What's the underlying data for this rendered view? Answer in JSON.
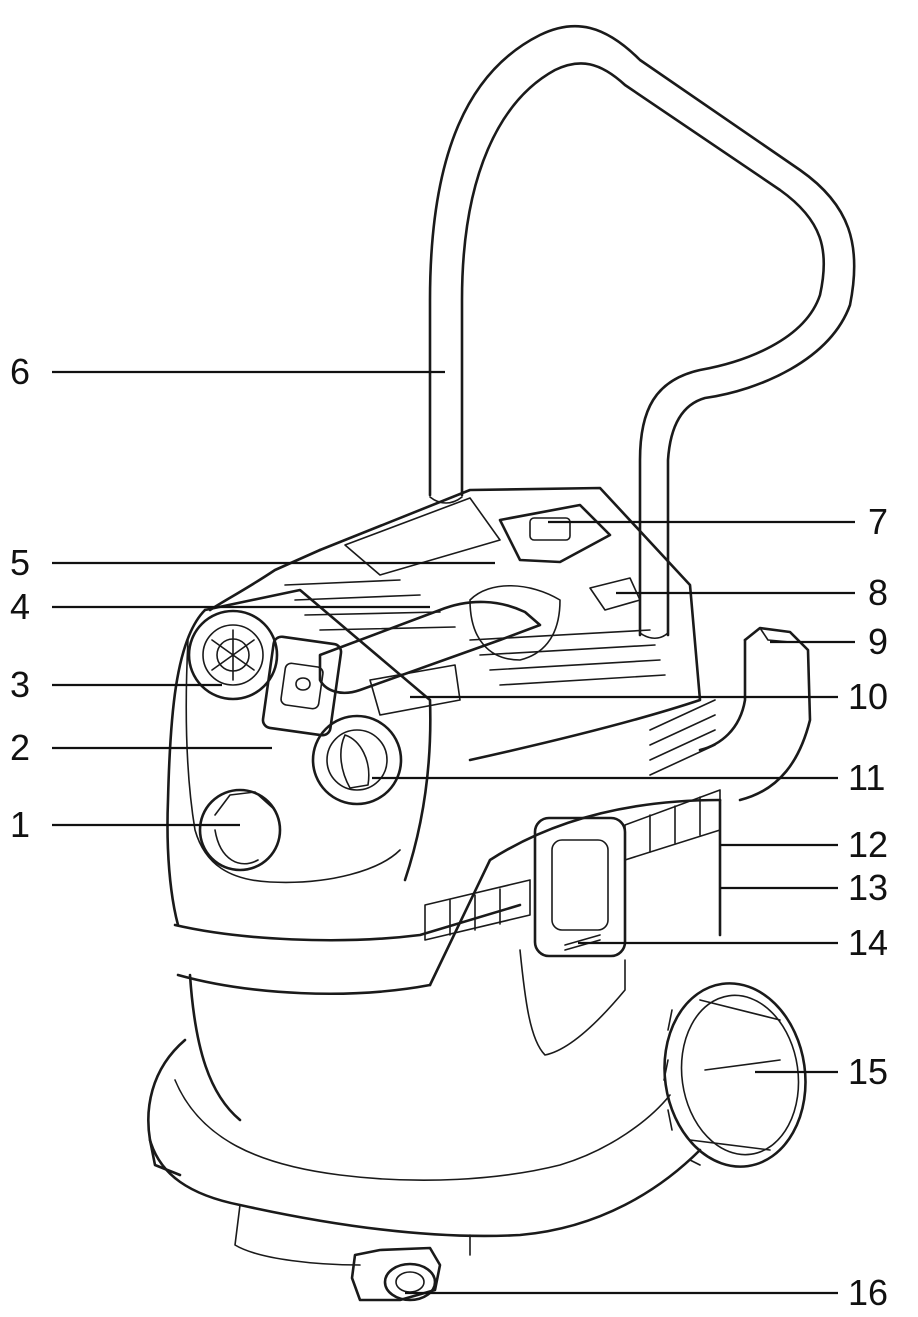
{
  "callouts": [
    {
      "id": "1",
      "label": "1"
    },
    {
      "id": "2",
      "label": "2"
    },
    {
      "id": "3",
      "label": "3"
    },
    {
      "id": "4",
      "label": "4"
    },
    {
      "id": "5",
      "label": "5"
    },
    {
      "id": "6",
      "label": "6"
    },
    {
      "id": "7",
      "label": "7"
    },
    {
      "id": "8",
      "label": "8"
    },
    {
      "id": "9",
      "label": "9"
    },
    {
      "id": "10",
      "label": "10"
    },
    {
      "id": "11",
      "label": "11"
    },
    {
      "id": "12",
      "label": "12"
    },
    {
      "id": "13",
      "label": "13"
    },
    {
      "id": "14",
      "label": "14"
    },
    {
      "id": "15",
      "label": "15"
    },
    {
      "id": "16",
      "label": "16"
    }
  ],
  "colors": {
    "line": "#1a1a1a",
    "background": "#ffffff"
  }
}
